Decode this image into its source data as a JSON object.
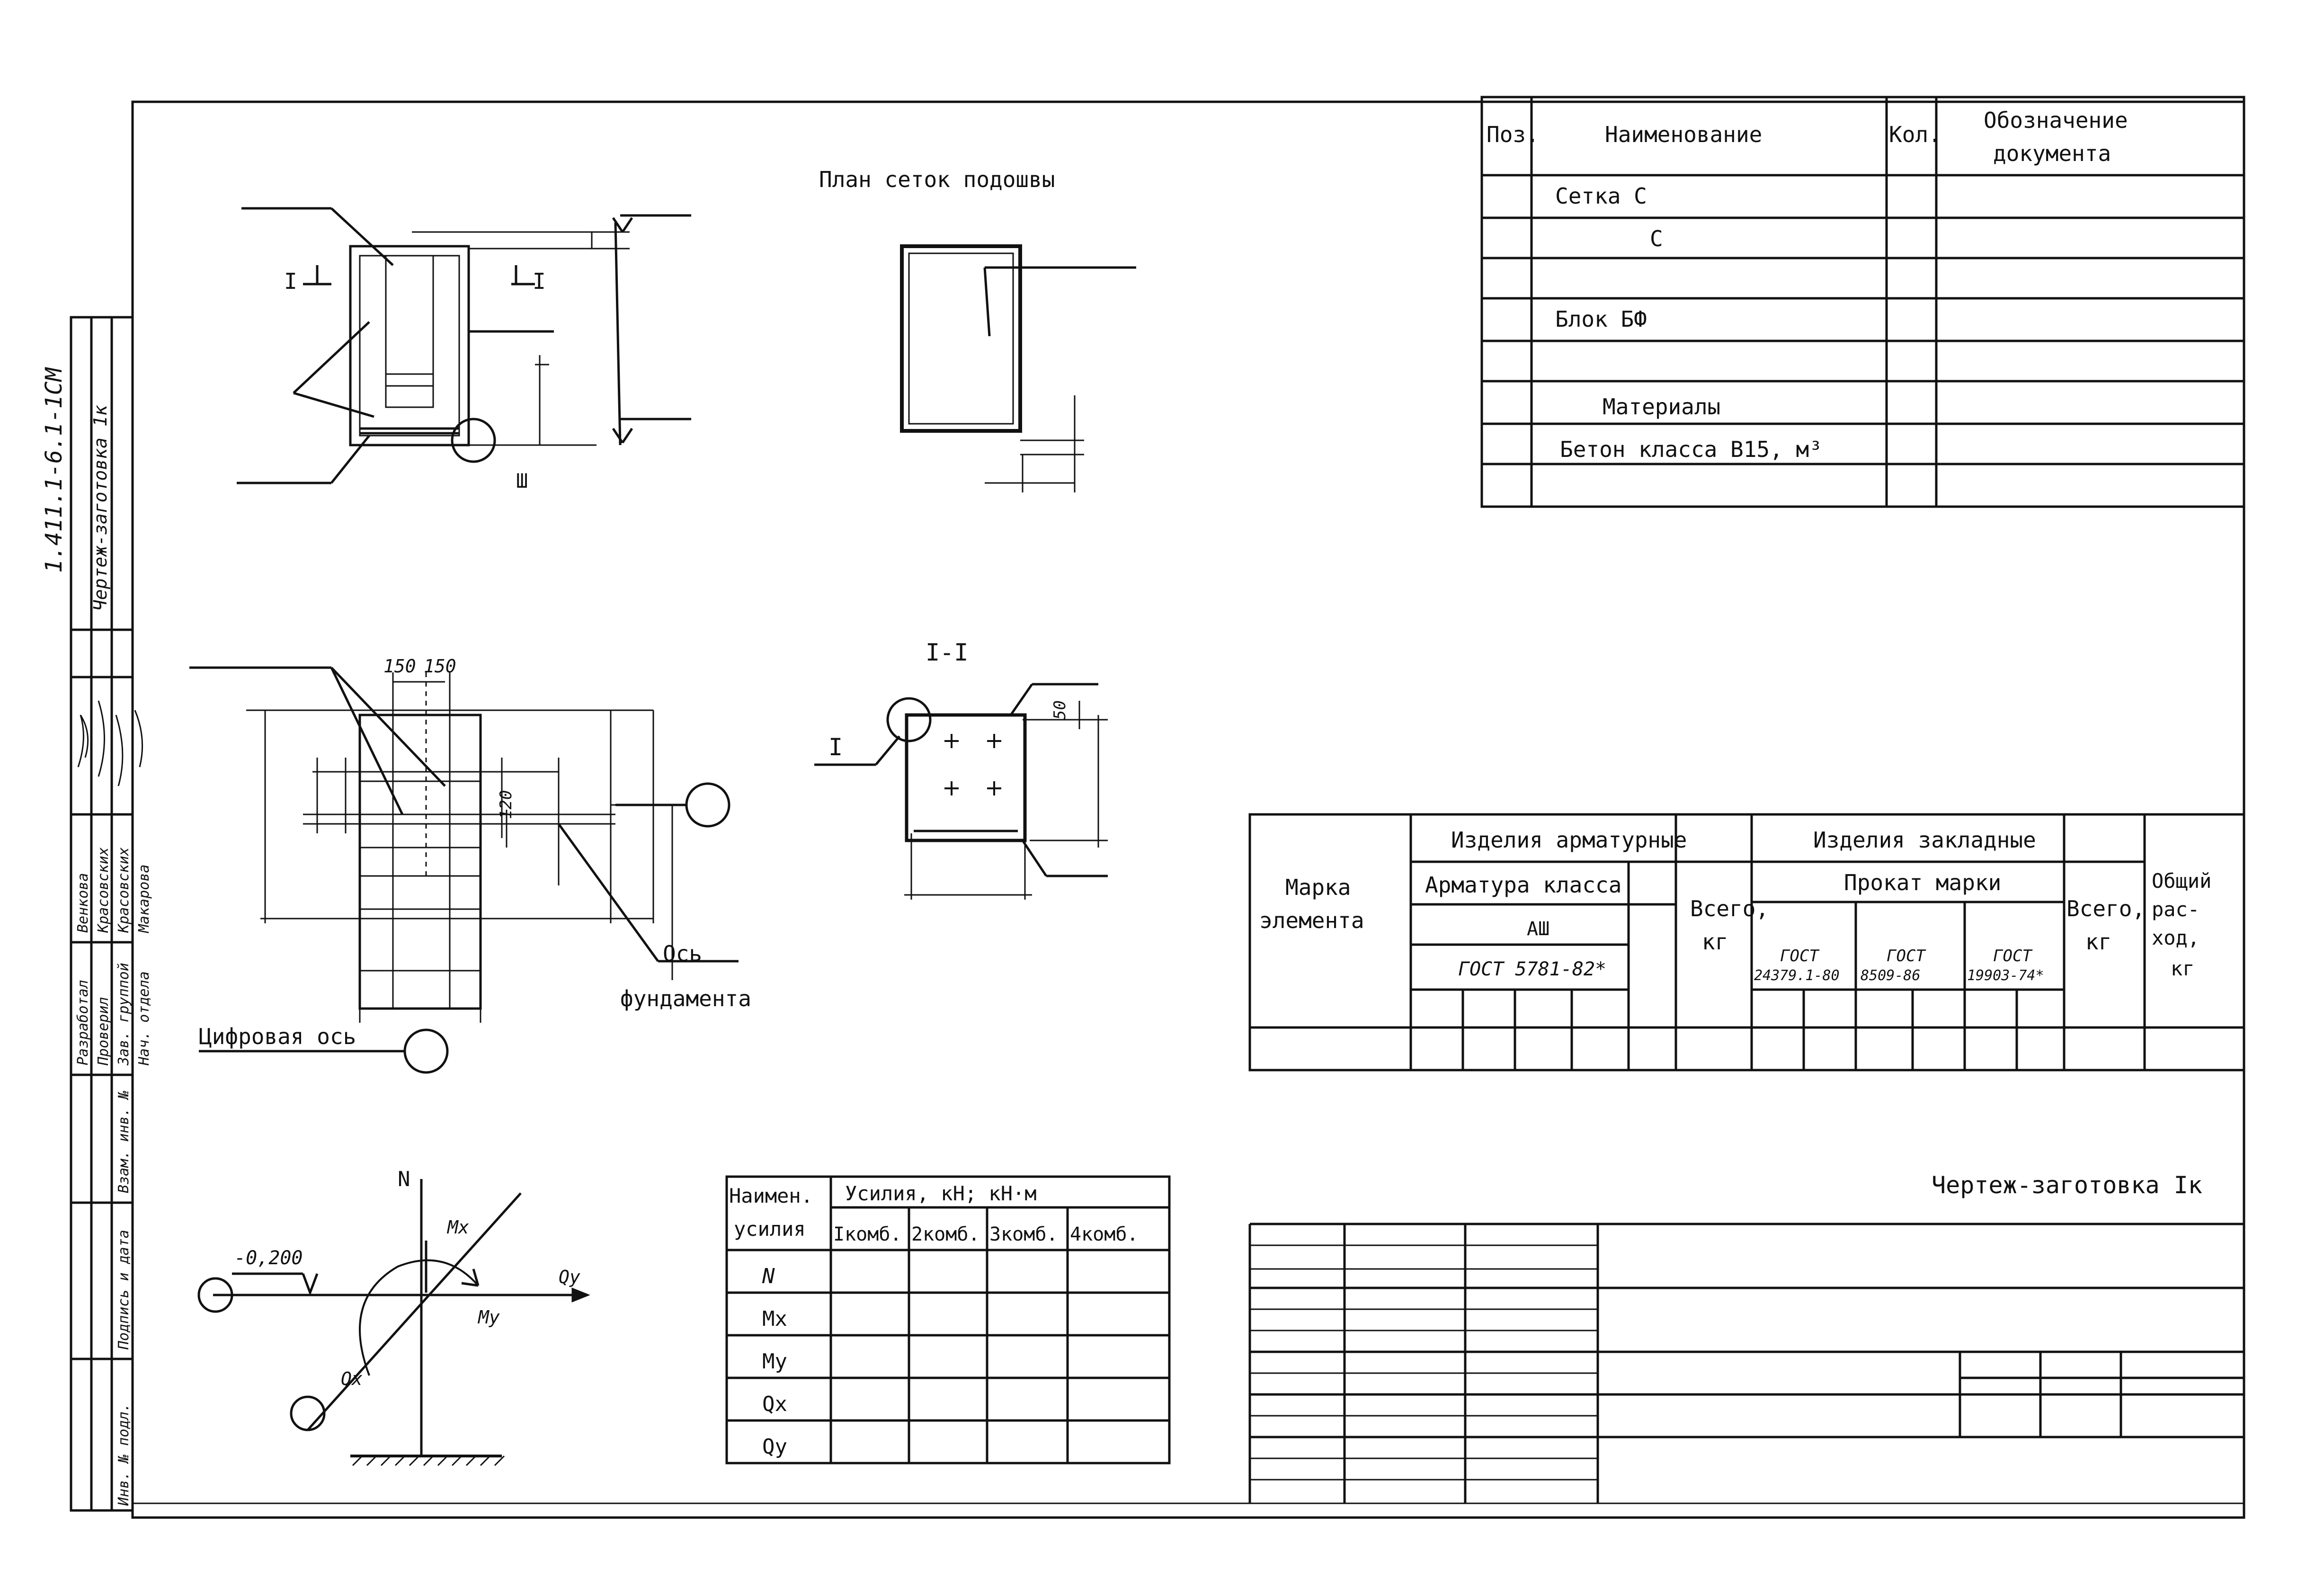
{
  "drawing": {
    "plan_title": "План сеток подошвы",
    "section_title": "I-I",
    "section_mark": "I",
    "detail_mark": "Ш",
    "cut_label_left": "I",
    "cut_label_right": "I",
    "axis_label_line1": "Ось",
    "axis_label_line2": "фундамента",
    "digital_axis_label": "Цифровая ось",
    "dim_150_left": "150",
    "dim_150_right": "150",
    "dim_120": "120",
    "dim_50": "50",
    "elevation": "-0,200",
    "force_labels": {
      "n": "N",
      "mx": "Mx",
      "my": "My",
      "qx": "Qx",
      "qy": "Qy"
    },
    "title": "Чертеж-заготовка Iк"
  },
  "spec_table": {
    "headers": {
      "pos": "Поз.",
      "name": "Наименование",
      "qty": "Кол.",
      "doc_line1": "Обозначение",
      "doc_line2": "документа"
    },
    "rows": [
      "Сетка С",
      "С",
      "",
      "Блок БФ",
      "",
      "Материалы",
      "Бетон класса В15, м³",
      ""
    ]
  },
  "steel_table": {
    "mark_line1": "Марка",
    "mark_line2": "элемента",
    "rebar_group": "Изделия арматурные",
    "rebar_class": "Арматура класса",
    "rebar_grade": "АШ",
    "rebar_gost": "ГОСТ 5781-82*",
    "total1_line1": "Всего,",
    "total1_line2": "кг",
    "embed_group": "Изделия закладные",
    "rolled_grade": "Прокат марки",
    "gost1_line1": "ГОСТ",
    "gost1_line2": "24379.1-80",
    "gost2_line1": "ГОСТ",
    "gost2_line2": "8509-86",
    "gost3_line1": "ГОСТ",
    "gost3_line2": "19903-74*",
    "total2_line1": "Всего,",
    "total2_line2": "кг",
    "overall_line1": "Общий",
    "overall_line2": "рас-",
    "overall_line3": "ход,",
    "overall_line4": "кг"
  },
  "forces_table": {
    "col1_line1": "Наимен.",
    "col1_line2": "усилия",
    "group": "Усилия, кН; кН·м",
    "combos": [
      "Iкомб.",
      "2комб.",
      "3комб.",
      "4комб."
    ],
    "rows": [
      "N",
      "Mx",
      "My",
      "Qx",
      "Qy"
    ]
  },
  "side_stamp": {
    "code": "1.411.1-6.1-1СМ",
    "doc_title": "Чертеж-заготовка 1к",
    "roles": [
      "Разработал",
      "Проверил",
      "Зав. группой",
      "Нач. отдела"
    ],
    "names": [
      "Венкова",
      "Красовских",
      "Красовских",
      "Макарова"
    ],
    "inv_labels": [
      "Взам. инв. №",
      "Подпись и дата",
      "Инв. № подл."
    ]
  }
}
